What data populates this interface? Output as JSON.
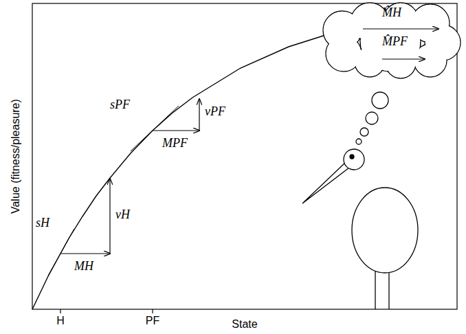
{
  "diagram": {
    "nodes": [
      {
        "text": [
          "M̂H",
          "M̂PF"
        ]
      }
    ],
    "labels": [
      "sH",
      "vH",
      "MH",
      "sPF",
      "MPF",
      "vPF",
      "H",
      "PF",
      "Value (fitness/pleasure)",
      "State"
    ]
  }
}
